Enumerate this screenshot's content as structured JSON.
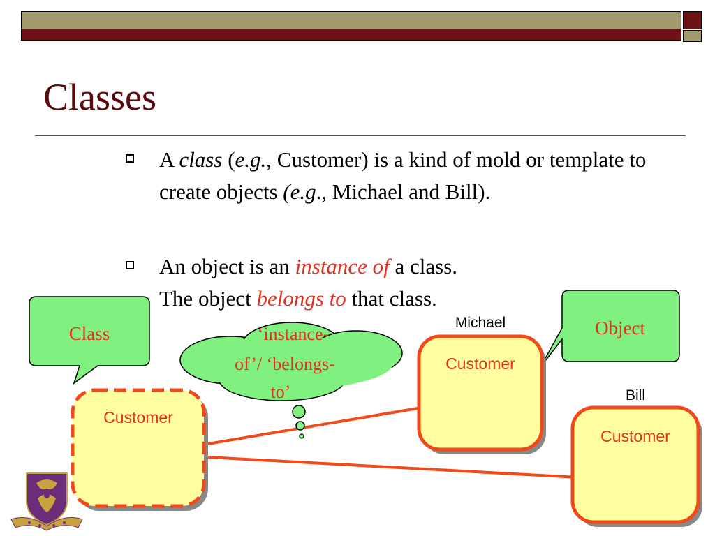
{
  "slide": {
    "title": "Classes",
    "bullets": [
      {
        "p1": "A ",
        "p2": "class",
        "p3": " (",
        "p4": "e.g.",
        "p5": ", Customer) is a kind of mold or template to create objects ",
        "p6": "(e.g",
        "p7": "., Michael and Bill)."
      },
      {
        "line1_a": "An object is an ",
        "line1_b": "instance of",
        "line1_c": " a class.",
        "line2_a": "The object ",
        "line2_b": "belongs to",
        "line2_c": " that class."
      }
    ]
  },
  "diagram": {
    "class_callout": "Class",
    "object_callout": "Object",
    "thought_line1": "‘instance-",
    "thought_line2": "of’/ ‘belongs-",
    "thought_line3": "to’",
    "class_box_label": "Customer",
    "object1_name": "Michael",
    "object1_label": "Customer",
    "object2_name": "Bill",
    "object2_label": "Customer"
  },
  "colors": {
    "title": "#5a0a0c",
    "accent_red": "#e3311d",
    "callout_fill": "#80f080",
    "box_fill": "#ffffa0",
    "box_border": "#f04a1a",
    "bar_olive": "#a09a6c",
    "bar_maroon": "#6e1216",
    "logo_purple": "#6b2d7a",
    "logo_gold": "#c8a23c"
  }
}
